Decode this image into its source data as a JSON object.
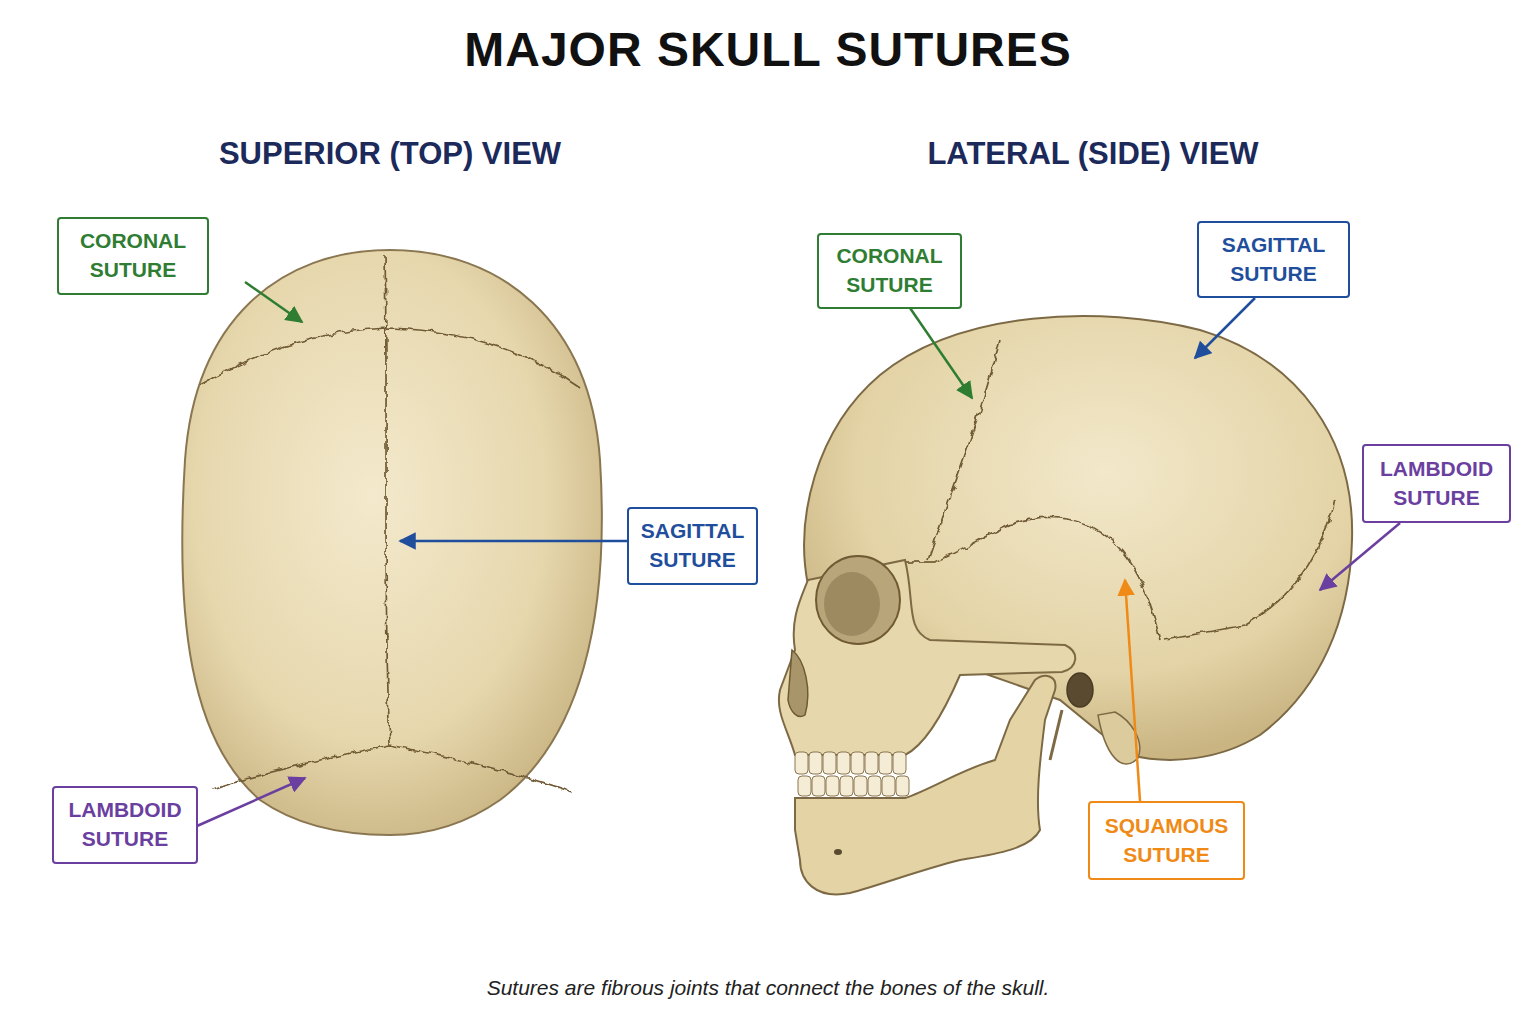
{
  "diagram": {
    "title": "MAJOR SKULL SUTURES",
    "caption": "Sutures are fibrous joints that connect the bones of the skull.",
    "nodes": [
      {
        "text": [
          "CORONAL SUTURE"
        ]
      },
      {
        "text": [
          "SAGITTAL SUTURE"
        ]
      },
      {
        "text": [
          "LAMBDOID SUTURE"
        ]
      },
      {
        "text": [
          "CORONAL SUTURE"
        ]
      },
      {
        "text": [
          "SAGITTAL SUTURE"
        ]
      },
      {
        "text": [
          "LAMBDOID SUTURE"
        ]
      },
      {
        "text": [
          "SQUAMOUS SUTURE"
        ]
      }
    ],
    "labels": [
      "SUPERIOR (TOP) VIEW",
      "LATERAL (SIDE) VIEW"
    ]
  }
}
